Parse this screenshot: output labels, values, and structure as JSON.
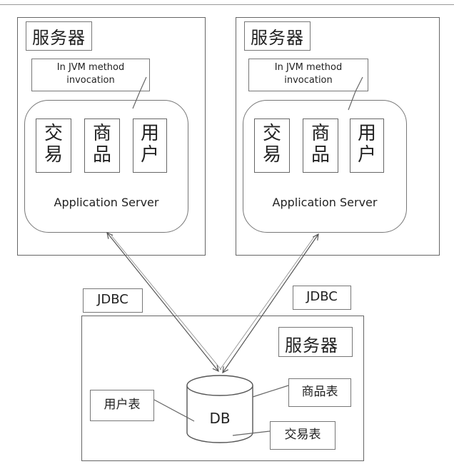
{
  "servers": [
    {
      "label": "服务器",
      "note_line1": "In JVM method",
      "note_line2": "invocation",
      "modules": [
        {
          "char1": "交",
          "char2": "易"
        },
        {
          "char1": "商",
          "char2": "品"
        },
        {
          "char1": "用",
          "char2": "户"
        }
      ],
      "app_label": "Application Server"
    },
    {
      "label": "服务器",
      "note_line1": "In JVM method",
      "note_line2": "invocation",
      "modules": [
        {
          "char1": "交",
          "char2": "易"
        },
        {
          "char1": "商",
          "char2": "品"
        },
        {
          "char1": "用",
          "char2": "户"
        }
      ],
      "app_label": "Application Server"
    }
  ],
  "jdbc": [
    "JDBC",
    "JDBC"
  ],
  "db_server": {
    "label": "服务器",
    "db_label": "DB",
    "tables": {
      "user": "用户表",
      "product": "商品表",
      "trade": "交易表"
    }
  }
}
